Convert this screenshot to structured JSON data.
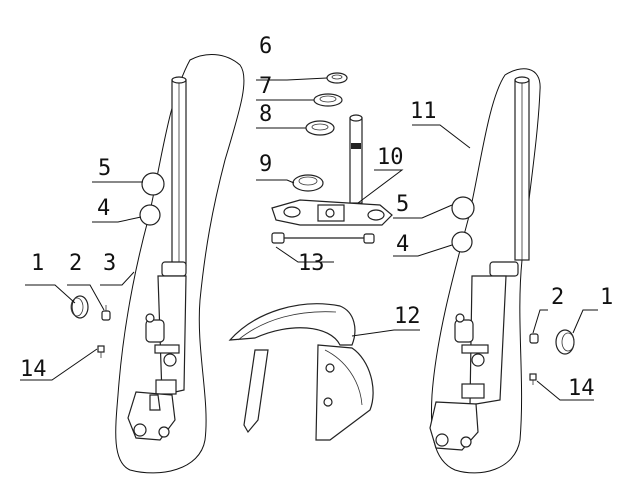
{
  "callouts": {
    "c1_left": "1",
    "c2_left": "2",
    "c3": "3",
    "c4_left": "4",
    "c5_left": "5",
    "c6": "6",
    "c7": "7",
    "c8": "8",
    "c9": "9",
    "c10": "10",
    "c11": "11",
    "c12": "12",
    "c13": "13",
    "c14_left": "14",
    "c5_right": "5",
    "c4_right": "4",
    "c2_right": "2",
    "c1_right": "1",
    "c14_right": "14"
  }
}
